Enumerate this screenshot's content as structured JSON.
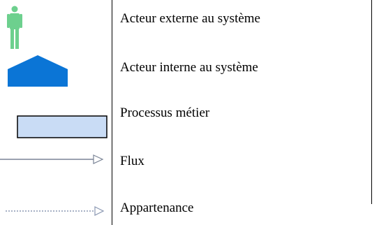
{
  "legend": {
    "items": [
      {
        "icon": "external-actor-icon",
        "color": "#6dd08e",
        "label": "Acteur externe au système"
      },
      {
        "icon": "internal-actor-icon",
        "color": "#0b75d6",
        "label": "Acteur interne au système"
      },
      {
        "icon": "business-process-icon",
        "color": "#c9dcf5",
        "label": "Processus métier"
      },
      {
        "icon": "flow-arrow-icon",
        "color": "#7a8496",
        "label": "Flux"
      },
      {
        "icon": "membership-arrow-icon",
        "color": "#8a97b2",
        "label": "Appartenance"
      }
    ]
  }
}
